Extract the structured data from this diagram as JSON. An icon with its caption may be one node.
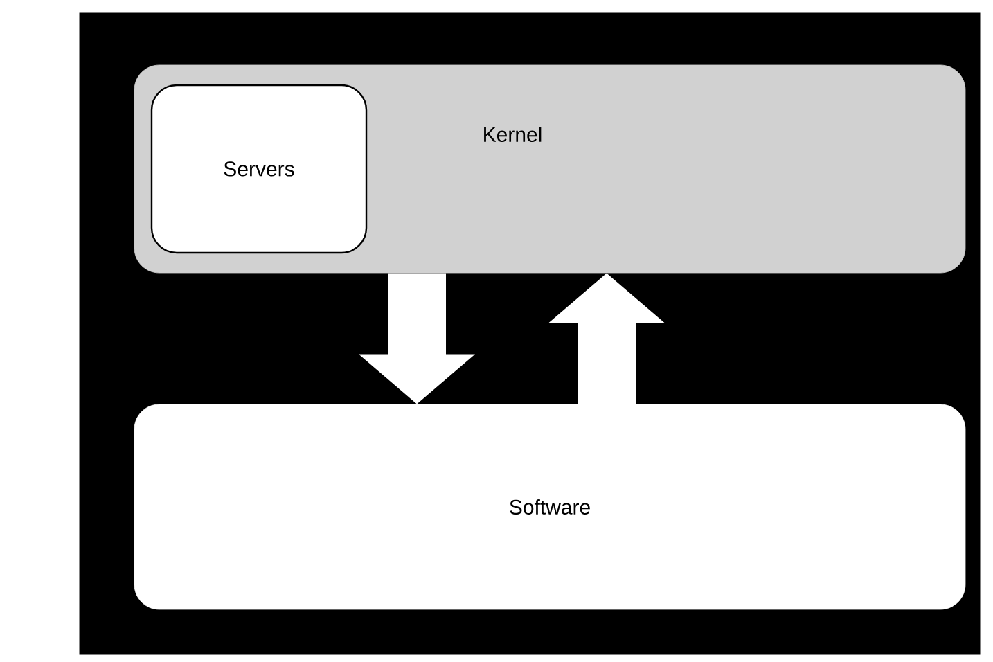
{
  "diagram": {
    "nodes": [
      {
        "text": [
          "Kernel"
        ]
      },
      {
        "text": [
          "Servers"
        ],
        "in": 0
      },
      {
        "text": [
          "Software"
        ]
      }
    ],
    "edges": [
      {
        "from": 0,
        "to": 2,
        "arrow": "to"
      },
      {
        "from": 2,
        "to": 0,
        "arrow": "to"
      }
    ]
  }
}
